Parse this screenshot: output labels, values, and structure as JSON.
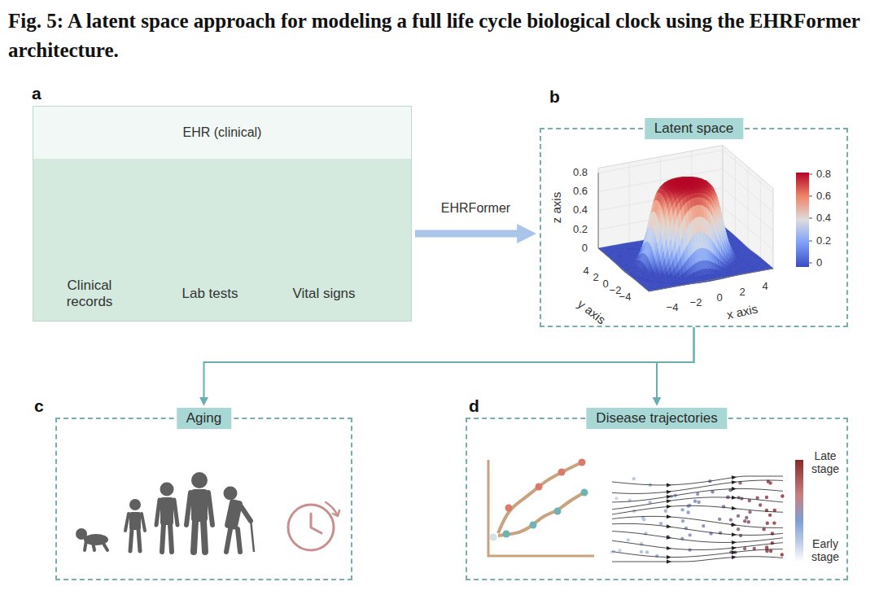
{
  "diagram": {
    "title": "Fig. 5: A latent space approach for modeling a full life cycle biological clock using the EHRFormer architecture.",
    "nodes": [
      {
        "text": [
          "a",
          "EHR (clinical)"
        ]
      },
      {
        "text": [
          "b",
          "Latent space"
        ]
      },
      {
        "text": [
          "c",
          "Aging"
        ]
      },
      {
        "text": [
          "d",
          "Disease trajectories"
        ]
      }
    ],
    "edges": [
      {
        "from": 0,
        "to": 1,
        "arrow": "to",
        "label": "EHRFormer"
      },
      {
        "from": 1,
        "to": 2,
        "arrow": "to"
      },
      {
        "from": 1,
        "to": 3,
        "arrow": "to"
      }
    ],
    "labels": [
      "Clinical records",
      "Lab tests",
      "Vital signs",
      "0.8",
      "0.6",
      "0.4",
      "0.2",
      "0",
      "z axis",
      "4",
      "2",
      "0",
      "−2",
      "−4",
      "y axis",
      "−4",
      "−2",
      "0",
      "2",
      "4",
      "x axis",
      "0.8",
      "0.6",
      "0.4",
      "0.2",
      "0",
      "Late stage",
      "Early stage"
    ]
  }
}
